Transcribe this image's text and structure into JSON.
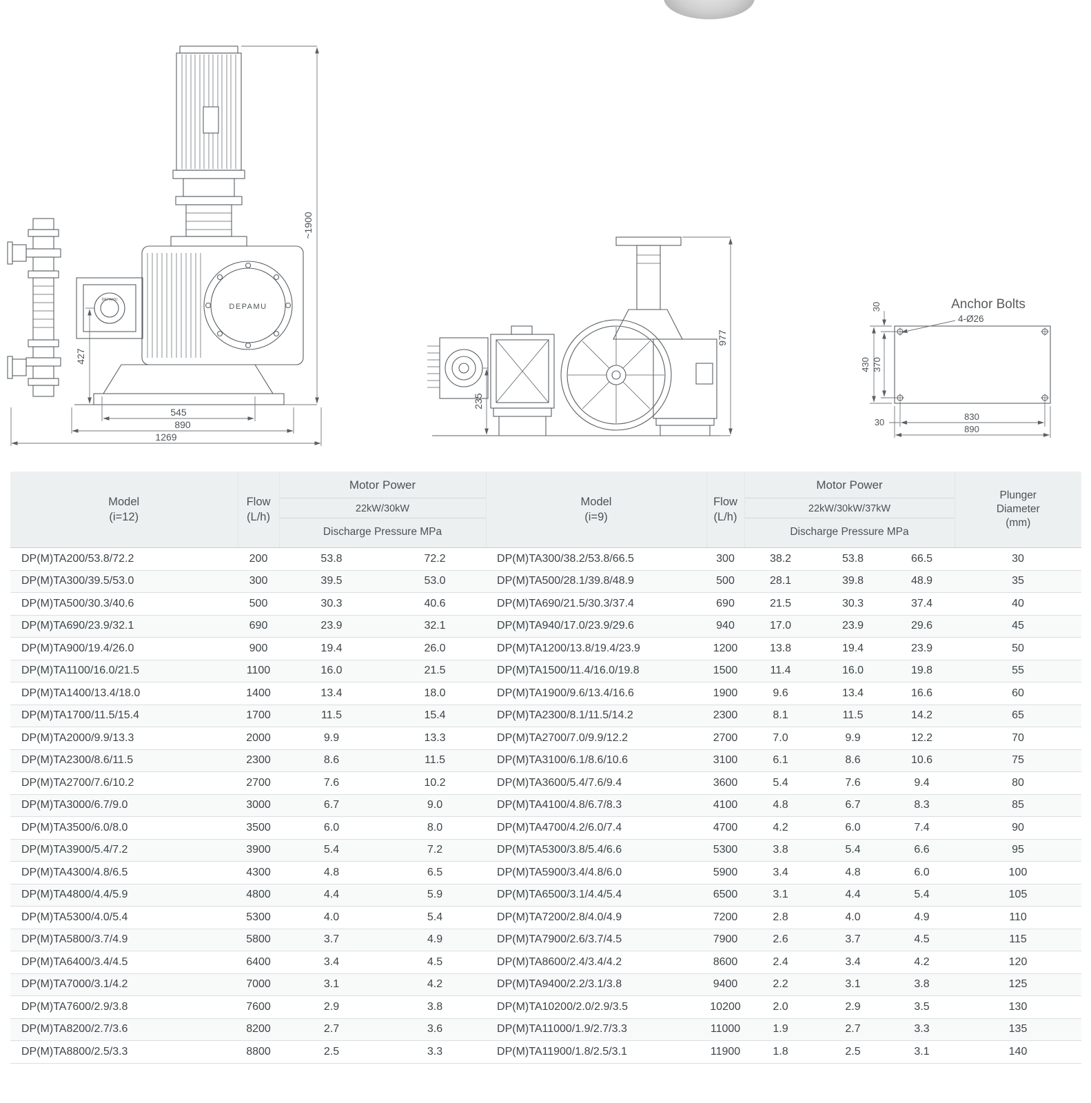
{
  "drawings": {
    "brand": "DEPAMU",
    "front_view": {
      "dim_overall_height": "~1900",
      "dim_center_height": "427",
      "dim_w1": "545",
      "dim_w2": "890",
      "dim_w3": "1269"
    },
    "side_view": {
      "dim_h1": "235",
      "dim_h2": "977"
    },
    "anchor_bolts": {
      "title": "Anchor Bolts",
      "hole_label": "4-Ø26",
      "dim_top_margin": "30",
      "dim_height_outer": "430",
      "dim_height_inner": "370",
      "dim_bottom_margin": "30",
      "dim_width_inner": "830",
      "dim_width_outer": "890"
    }
  },
  "table": {
    "headers": {
      "model_left_1": "Model",
      "model_left_2": "(i=12)",
      "model_right_1": "Model",
      "model_right_2": "(i=9)",
      "flow_1": "Flow",
      "flow_2": "(L/h)",
      "motor_power": "Motor Power",
      "ratings_left": "22kW/30kW",
      "ratings_right": "22kW/30kW/37kW",
      "discharge": "Discharge Pressure MPa",
      "plunger_1": "Plunger",
      "plunger_2": "Diameter",
      "plunger_3": "(mm)"
    },
    "left_rows": [
      [
        "DP(M)TA200/53.8/72.2",
        "200",
        "53.8",
        "72.2"
      ],
      [
        "DP(M)TA300/39.5/53.0",
        "300",
        "39.5",
        "53.0"
      ],
      [
        "DP(M)TA500/30.3/40.6",
        "500",
        "30.3",
        "40.6"
      ],
      [
        "DP(M)TA690/23.9/32.1",
        "690",
        "23.9",
        "32.1"
      ],
      [
        "DP(M)TA900/19.4/26.0",
        "900",
        "19.4",
        "26.0"
      ],
      [
        "DP(M)TA1100/16.0/21.5",
        "1100",
        "16.0",
        "21.5"
      ],
      [
        "DP(M)TA1400/13.4/18.0",
        "1400",
        "13.4",
        "18.0"
      ],
      [
        "DP(M)TA1700/11.5/15.4",
        "1700",
        "11.5",
        "15.4"
      ],
      [
        "DP(M)TA2000/9.9/13.3",
        "2000",
        "9.9",
        "13.3"
      ],
      [
        "DP(M)TA2300/8.6/11.5",
        "2300",
        "8.6",
        "11.5"
      ],
      [
        "DP(M)TA2700/7.6/10.2",
        "2700",
        "7.6",
        "10.2"
      ],
      [
        "DP(M)TA3000/6.7/9.0",
        "3000",
        "6.7",
        "9.0"
      ],
      [
        "DP(M)TA3500/6.0/8.0",
        "3500",
        "6.0",
        "8.0"
      ],
      [
        "DP(M)TA3900/5.4/7.2",
        "3900",
        "5.4",
        "7.2"
      ],
      [
        "DP(M)TA4300/4.8/6.5",
        "4300",
        "4.8",
        "6.5"
      ],
      [
        "DP(M)TA4800/4.4/5.9",
        "4800",
        "4.4",
        "5.9"
      ],
      [
        "DP(M)TA5300/4.0/5.4",
        "5300",
        "4.0",
        "5.4"
      ],
      [
        "DP(M)TA5800/3.7/4.9",
        "5800",
        "3.7",
        "4.9"
      ],
      [
        "DP(M)TA6400/3.4/4.5",
        "6400",
        "3.4",
        "4.5"
      ],
      [
        "DP(M)TA7000/3.1/4.2",
        "7000",
        "3.1",
        "4.2"
      ],
      [
        "DP(M)TA7600/2.9/3.8",
        "7600",
        "2.9",
        "3.8"
      ],
      [
        "DP(M)TA8200/2.7/3.6",
        "8200",
        "2.7",
        "3.6"
      ],
      [
        "DP(M)TA8800/2.5/3.3",
        "8800",
        "2.5",
        "3.3"
      ]
    ],
    "right_rows": [
      [
        "DP(M)TA300/38.2/53.8/66.5",
        "300",
        "38.2",
        "53.8",
        "66.5",
        "30"
      ],
      [
        "DP(M)TA500/28.1/39.8/48.9",
        "500",
        "28.1",
        "39.8",
        "48.9",
        "35"
      ],
      [
        "DP(M)TA690/21.5/30.3/37.4",
        "690",
        "21.5",
        "30.3",
        "37.4",
        "40"
      ],
      [
        "DP(M)TA940/17.0/23.9/29.6",
        "940",
        "17.0",
        "23.9",
        "29.6",
        "45"
      ],
      [
        "DP(M)TA1200/13.8/19.4/23.9",
        "1200",
        "13.8",
        "19.4",
        "23.9",
        "50"
      ],
      [
        "DP(M)TA1500/11.4/16.0/19.8",
        "1500",
        "11.4",
        "16.0",
        "19.8",
        "55"
      ],
      [
        "DP(M)TA1900/9.6/13.4/16.6",
        "1900",
        "9.6",
        "13.4",
        "16.6",
        "60"
      ],
      [
        "DP(M)TA2300/8.1/11.5/14.2",
        "2300",
        "8.1",
        "11.5",
        "14.2",
        "65"
      ],
      [
        "DP(M)TA2700/7.0/9.9/12.2",
        "2700",
        "7.0",
        "9.9",
        "12.2",
        "70"
      ],
      [
        "DP(M)TA3100/6.1/8.6/10.6",
        "3100",
        "6.1",
        "8.6",
        "10.6",
        "75"
      ],
      [
        "DP(M)TA3600/5.4/7.6/9.4",
        "3600",
        "5.4",
        "7.6",
        "9.4",
        "80"
      ],
      [
        "DP(M)TA4100/4.8/6.7/8.3",
        "4100",
        "4.8",
        "6.7",
        "8.3",
        "85"
      ],
      [
        "DP(M)TA4700/4.2/6.0/7.4",
        "4700",
        "4.2",
        "6.0",
        "7.4",
        "90"
      ],
      [
        "DP(M)TA5300/3.8/5.4/6.6",
        "5300",
        "3.8",
        "5.4",
        "6.6",
        "95"
      ],
      [
        "DP(M)TA5900/3.4/4.8/6.0",
        "5900",
        "3.4",
        "4.8",
        "6.0",
        "100"
      ],
      [
        "DP(M)TA6500/3.1/4.4/5.4",
        "6500",
        "3.1",
        "4.4",
        "5.4",
        "105"
      ],
      [
        "DP(M)TA7200/2.8/4.0/4.9",
        "7200",
        "2.8",
        "4.0",
        "4.9",
        "110"
      ],
      [
        "DP(M)TA7900/2.6/3.7/4.5",
        "7900",
        "2.6",
        "3.7",
        "4.5",
        "115"
      ],
      [
        "DP(M)TA8600/2.4/3.4/4.2",
        "8600",
        "2.4",
        "3.4",
        "4.2",
        "120"
      ],
      [
        "DP(M)TA9400/2.2/3.1/3.8",
        "9400",
        "2.2",
        "3.1",
        "3.8",
        "125"
      ],
      [
        "DP(M)TA10200/2.0/2.9/3.5",
        "10200",
        "2.0",
        "2.9",
        "3.5",
        "130"
      ],
      [
        "DP(M)TA11000/1.9/2.7/3.3",
        "11000",
        "1.9",
        "2.7",
        "3.3",
        "135"
      ],
      [
        "DP(M)TA11900/1.8/2.5/3.1",
        "11900",
        "1.8",
        "2.5",
        "3.1",
        "140"
      ]
    ]
  }
}
